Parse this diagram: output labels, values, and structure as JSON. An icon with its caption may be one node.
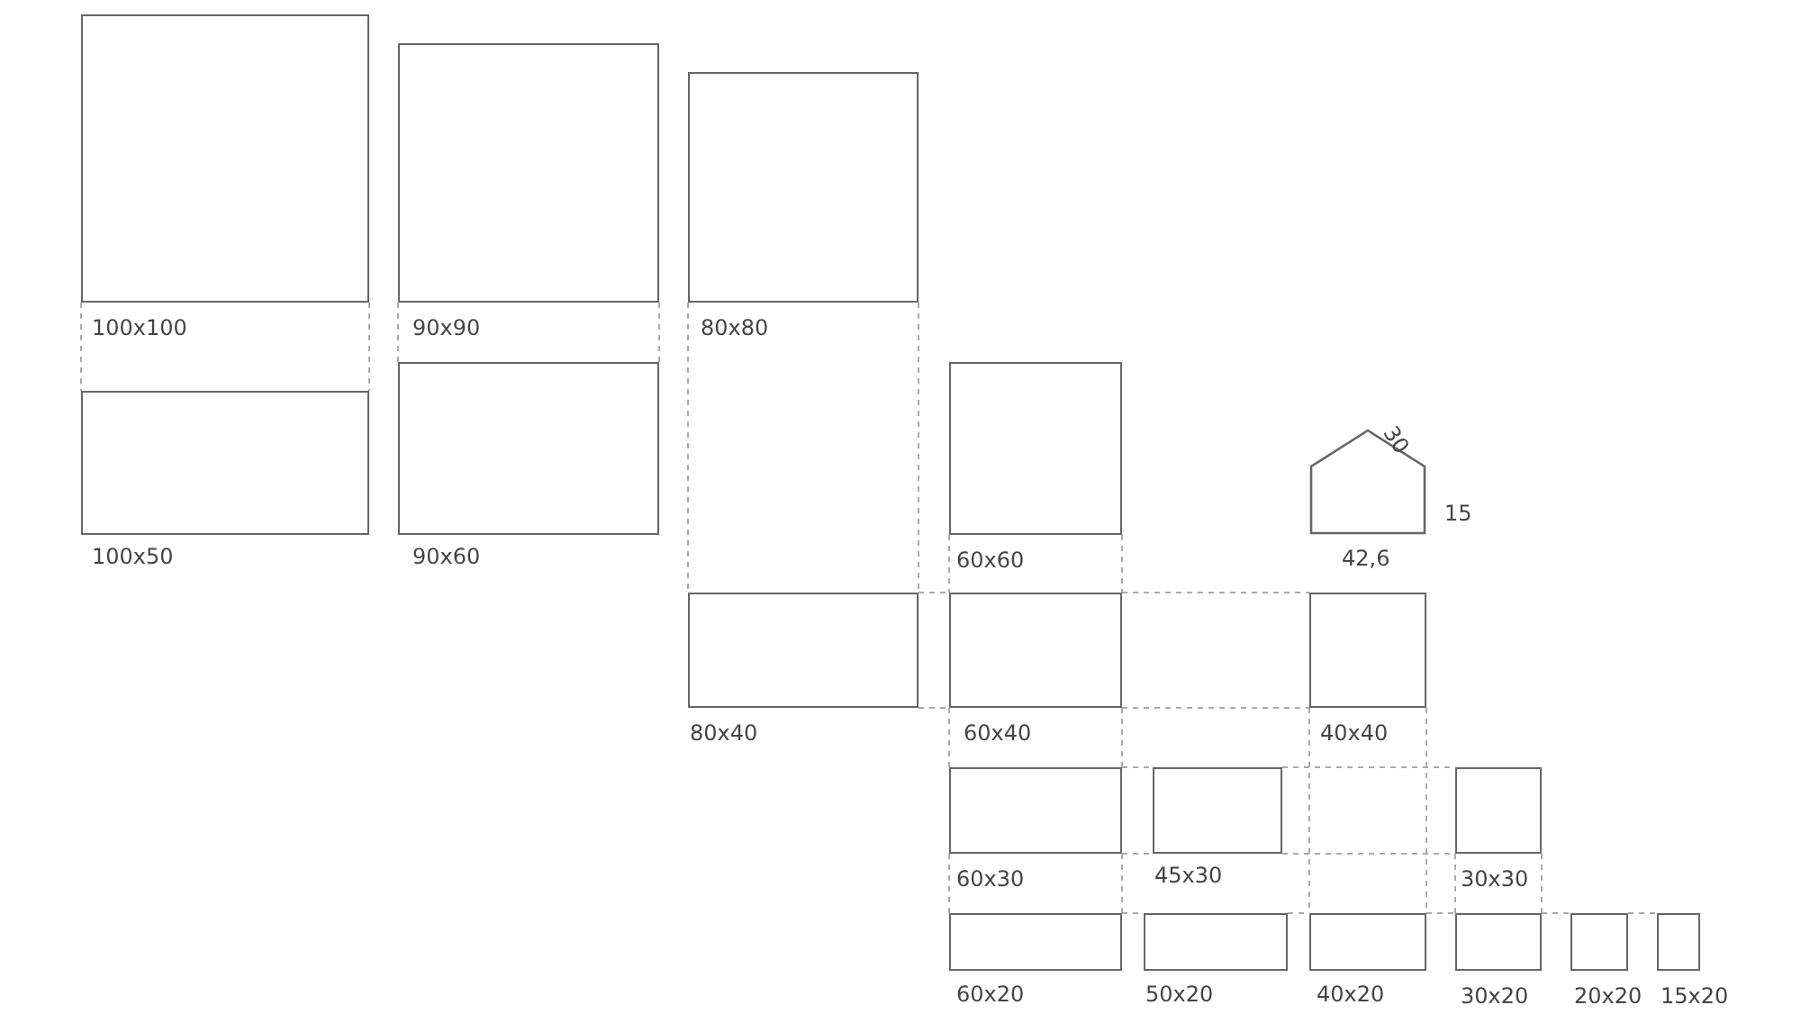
{
  "diagram": {
    "nodes": [
      {
        "text": [],
        "shape": "box",
        "beside": [
          "100x100"
        ]
      },
      {
        "text": [],
        "shape": "box",
        "beside": [
          "90x90"
        ]
      },
      {
        "text": [],
        "shape": "box",
        "beside": [
          "80x80"
        ]
      },
      {
        "text": [],
        "shape": "box",
        "beside": [
          "100x50"
        ]
      },
      {
        "text": [],
        "shape": "box",
        "beside": [
          "90x60"
        ]
      },
      {
        "text": [],
        "shape": "box",
        "beside": [
          "60x60"
        ]
      },
      {
        "text": [],
        "shape": "pentagon",
        "beside": [
          "30",
          "15",
          "42,6"
        ]
      },
      {
        "text": [],
        "shape": "box",
        "beside": [
          "80x40"
        ]
      },
      {
        "text": [],
        "shape": "box",
        "beside": [
          "60x40"
        ]
      },
      {
        "text": [],
        "shape": "box",
        "beside": [
          "40x40"
        ]
      },
      {
        "text": [],
        "shape": "box",
        "beside": [
          "60x30"
        ]
      },
      {
        "text": [],
        "shape": "box",
        "beside": [
          "45x30"
        ]
      },
      {
        "text": [],
        "shape": "box",
        "beside": [
          "30x30"
        ]
      },
      {
        "text": [],
        "shape": "box",
        "beside": [
          "60x20"
        ]
      },
      {
        "text": [],
        "shape": "box",
        "beside": [
          "50x20"
        ]
      },
      {
        "text": [],
        "shape": "box",
        "beside": [
          "40x20"
        ]
      },
      {
        "text": [],
        "shape": "box",
        "beside": [
          "30x20"
        ]
      },
      {
        "text": [],
        "shape": "box",
        "beside": [
          "20x20"
        ]
      },
      {
        "text": [],
        "shape": "box",
        "beside": [
          "15x20"
        ]
      }
    ]
  }
}
